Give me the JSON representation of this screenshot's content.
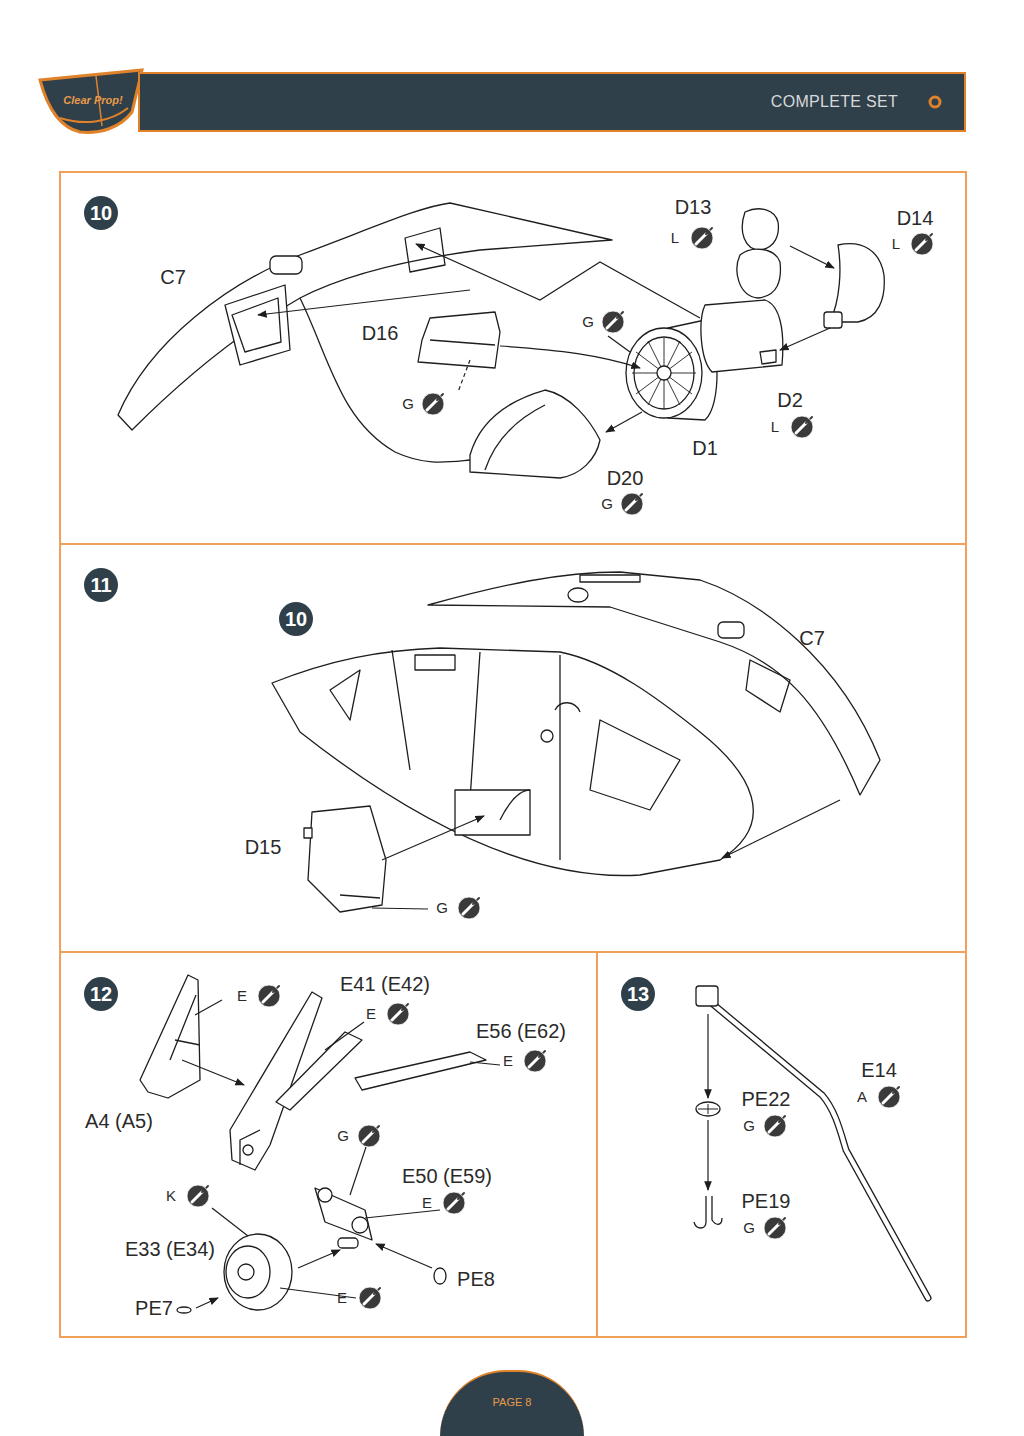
{
  "diagram": {
    "nodes": [
      {
        "text": [
          "COMPLETE SET"
        ]
      },
      {
        "text": [
          "PAGE 8"
        ]
      },
      {
        "text": [
          "10"
        ]
      },
      {
        "text": [
          "11"
        ]
      },
      {
        "text": [
          "10"
        ]
      },
      {
        "text": [
          "12"
        ]
      },
      {
        "text": [
          "13"
        ]
      }
    ],
    "labels": [
      "Clear Prop!",
      "C7",
      "D13",
      "L",
      "D14",
      "L",
      "D16",
      "G",
      "G",
      "D2",
      "L",
      "D1",
      "D20",
      "G",
      "C7",
      "D15",
      "G",
      "E",
      "E41 (E42)",
      "E",
      "E56 (E62)",
      "E",
      "A4 (A5)",
      "G",
      "K",
      "E50 (E59)",
      "E",
      "E33 (E34)",
      "PE8",
      "PE7",
      "E",
      "E14",
      "A",
      "PE22",
      "G",
      "PE19",
      "G"
    ]
  }
}
